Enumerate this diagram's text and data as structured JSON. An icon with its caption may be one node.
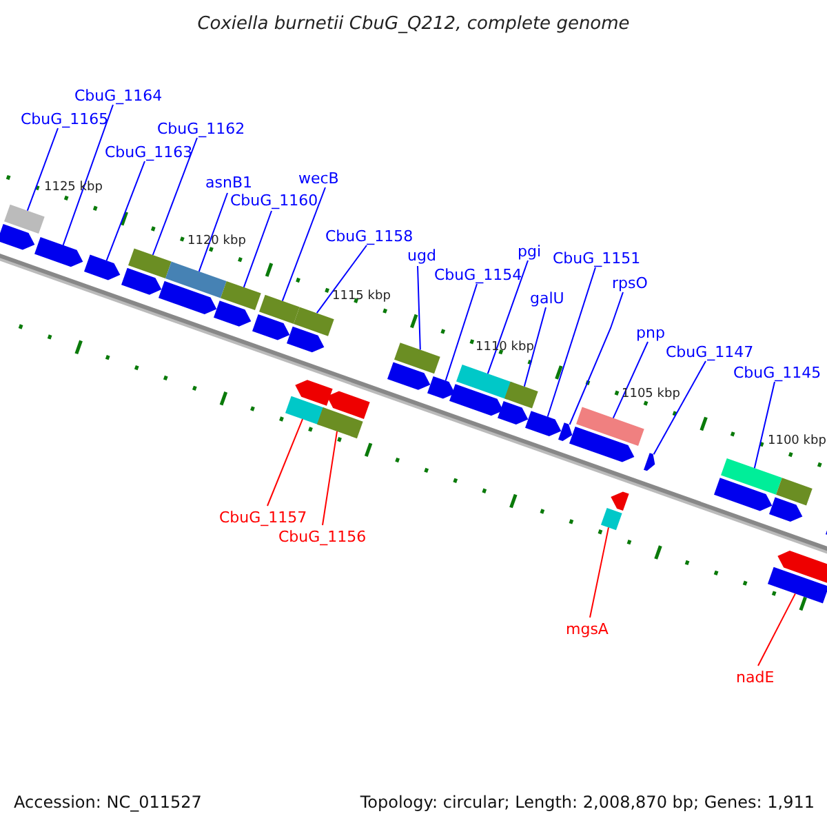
{
  "diagram": {
    "title": "Coxiella burnetii CbuG_Q212, complete genome",
    "nodes": [
      {
        "text": [
          "CbuG_1165"
        ]
      },
      {
        "text": [
          "CbuG_1164"
        ]
      },
      {
        "text": [
          "CbuG_1163"
        ]
      },
      {
        "text": [
          "CbuG_1162"
        ]
      },
      {
        "text": [
          "asnB1"
        ]
      },
      {
        "text": [
          "CbuG_1160"
        ]
      },
      {
        "text": [
          "wecB"
        ]
      },
      {
        "text": [
          "CbuG_1158"
        ]
      },
      {
        "text": [
          "ugd"
        ]
      },
      {
        "text": [
          "CbuG_1154"
        ]
      },
      {
        "text": [
          "pgi"
        ]
      },
      {
        "text": [
          "galU"
        ]
      },
      {
        "text": [
          "CbuG_1151"
        ]
      },
      {
        "text": [
          "rpsO"
        ]
      },
      {
        "text": [
          "pnp"
        ]
      },
      {
        "text": [
          "CbuG_1147"
        ]
      },
      {
        "text": [
          "CbuG_1145"
        ]
      },
      {
        "text": [
          "CbuG_1157"
        ]
      },
      {
        "text": [
          "CbuG_1156"
        ]
      },
      {
        "text": [
          "mgsA"
        ]
      },
      {
        "text": [
          "nadE"
        ]
      },
      {
        "text": [],
        "shape": "arrow"
      },
      {
        "text": [],
        "shape": "arrow"
      },
      {
        "text": [],
        "shape": "arrow"
      },
      {
        "text": [],
        "shape": "arrow"
      },
      {
        "text": [],
        "shape": "arrow"
      },
      {
        "text": [],
        "shape": "arrow"
      },
      {
        "text": [],
        "shape": "arrow"
      },
      {
        "text": [],
        "shape": "arrow"
      },
      {
        "text": [],
        "shape": "arrow"
      },
      {
        "text": [],
        "shape": "arrow"
      },
      {
        "text": [],
        "shape": "arrow"
      },
      {
        "text": [],
        "shape": "arrow"
      },
      {
        "text": [],
        "shape": "arrow"
      },
      {
        "text": [],
        "shape": "arrow"
      },
      {
        "text": [],
        "shape": "arrow"
      },
      {
        "text": [],
        "shape": "arrow"
      },
      {
        "text": [],
        "shape": "arrow"
      },
      {
        "text": [],
        "shape": "arrow"
      },
      {
        "text": [],
        "shape": "arrow"
      },
      {
        "text": [],
        "shape": "arrow"
      },
      {
        "text": [],
        "shape": "arrow"
      },
      {
        "text": [],
        "shape": "arrow"
      },
      {
        "text": [],
        "shape": "arrow"
      }
    ],
    "edges": [
      {
        "from": 0,
        "to": 21,
        "arrow": "none"
      },
      {
        "from": 1,
        "to": 22,
        "arrow": "none"
      },
      {
        "from": 2,
        "to": 23,
        "arrow": "none"
      },
      {
        "from": 3,
        "to": 24,
        "arrow": "none"
      },
      {
        "from": 4,
        "to": 25,
        "arrow": "none"
      },
      {
        "from": 5,
        "to": 26,
        "arrow": "none"
      },
      {
        "from": 6,
        "to": 27,
        "arrow": "none"
      },
      {
        "from": 7,
        "to": 28,
        "arrow": "none"
      },
      {
        "from": 8,
        "to": 31,
        "arrow": "none"
      },
      {
        "from": 9,
        "to": 32,
        "arrow": "none"
      },
      {
        "from": 10,
        "to": 33,
        "arrow": "none"
      },
      {
        "from": 11,
        "to": 34,
        "arrow": "none"
      },
      {
        "from": 12,
        "to": 35,
        "arrow": "none"
      },
      {
        "from": 13,
        "to": 36,
        "arrow": "none"
      },
      {
        "from": 14,
        "to": 37,
        "arrow": "none"
      },
      {
        "from": 15,
        "to": 39,
        "arrow": "none"
      },
      {
        "from": 16,
        "to": 40,
        "arrow": "none"
      },
      {
        "from": 17,
        "to": 29,
        "arrow": "none",
        "color": "#ff0000"
      },
      {
        "from": 18,
        "to": 30,
        "arrow": "none",
        "color": "#ff0000"
      },
      {
        "from": 19,
        "to": 38,
        "arrow": "none",
        "color": "#ff0000"
      },
      {
        "from": 20,
        "to": 42,
        "arrow": "none",
        "color": "#ff0000"
      }
    ],
    "labels": [
      "1125 kbp",
      "1120 kbp",
      "1115 kbp",
      "1110 kbp",
      "1105 kbp",
      "1100 kbp",
      "Accession: NC_011527",
      "Topology: circular; Length: 2,008,870 bp; Genes: 1,911"
    ]
  }
}
